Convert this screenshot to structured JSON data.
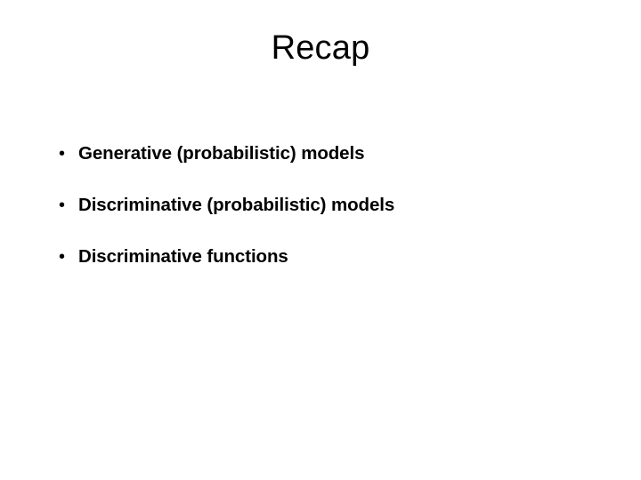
{
  "slide": {
    "title": "Recap",
    "background_color": "#ffffff",
    "text_color": "#000000",
    "bullet_glyph": "•",
    "bullets": [
      {
        "text": "Generative (probabilistic) models"
      },
      {
        "text": "Discriminative (probabilistic) models"
      },
      {
        "text": "Discriminative functions"
      }
    ]
  }
}
